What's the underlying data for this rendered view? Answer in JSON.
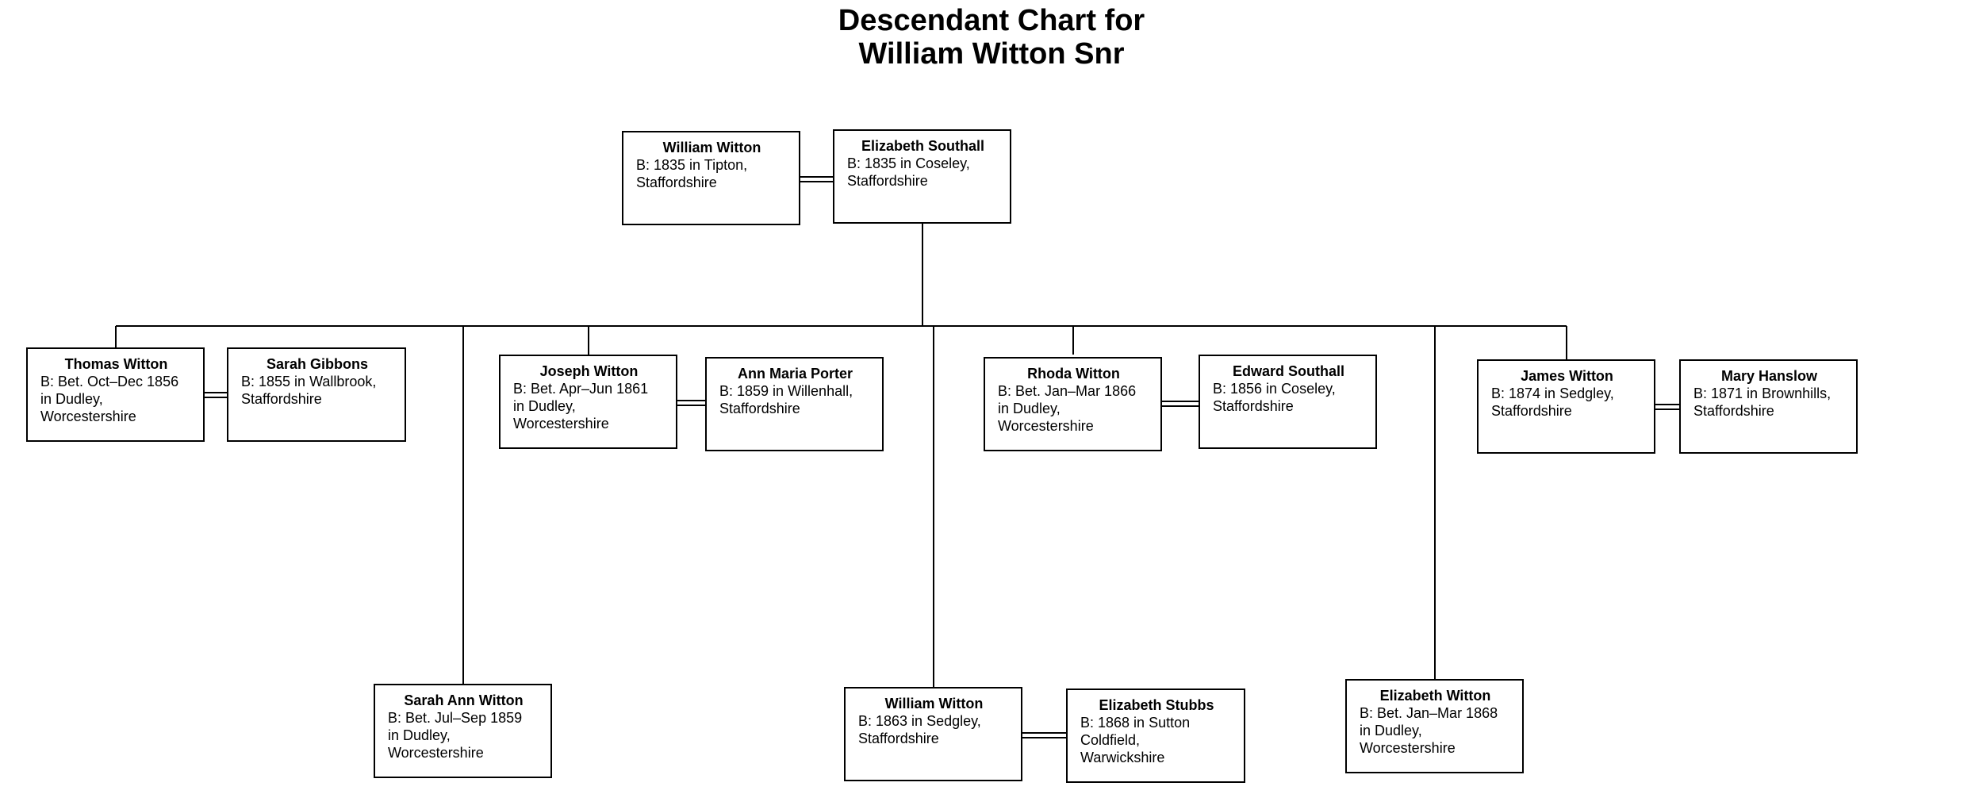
{
  "title": {
    "line1": "Descendant Chart for",
    "line2": "William Witton Snr"
  },
  "people": {
    "william_witton_root": {
      "name": "William Witton",
      "birth": "B: 1835 in Tipton,\nStaffordshire"
    },
    "elizabeth_southall": {
      "name": "Elizabeth Southall",
      "birth": "B: 1835 in Coseley,\nStaffordshire"
    },
    "thomas_witton": {
      "name": "Thomas Witton",
      "birth": "B: Bet. Oct–Dec 1856\nin Dudley,\nWorcestershire"
    },
    "sarah_gibbons": {
      "name": "Sarah Gibbons",
      "birth": "B: 1855 in Wallbrook,\nStaffordshire"
    },
    "joseph_witton": {
      "name": "Joseph Witton",
      "birth": "B: Bet. Apr–Jun 1861\nin Dudley,\nWorcestershire"
    },
    "ann_maria_porter": {
      "name": "Ann Maria Porter",
      "birth": "B: 1859 in Willenhall,\nStaffordshire"
    },
    "rhoda_witton": {
      "name": "Rhoda Witton",
      "birth": "B: Bet. Jan–Mar 1866\nin Dudley,\nWorcestershire"
    },
    "edward_southall": {
      "name": "Edward Southall",
      "birth": "B: 1856 in Coseley,\nStaffordshire"
    },
    "james_witton": {
      "name": "James Witton",
      "birth": "B: 1874 in Sedgley,\nStaffordshire"
    },
    "mary_hanslow": {
      "name": "Mary Hanslow",
      "birth": "B: 1871 in Brownhills,\nStaffordshire"
    },
    "sarah_ann_witton": {
      "name": "Sarah Ann Witton",
      "birth": "B: Bet. Jul–Sep 1859\nin Dudley,\nWorcestershire"
    },
    "william_witton_son": {
      "name": "William Witton",
      "birth": "B: 1863 in Sedgley,\nStaffordshire"
    },
    "elizabeth_stubbs": {
      "name": "Elizabeth Stubbs",
      "birth": "B: 1868 in Sutton\nColdfield,\nWarwickshire"
    },
    "elizabeth_witton": {
      "name": "Elizabeth Witton",
      "birth": "B: Bet. Jan–Mar 1868\nin Dudley,\nWorcestershire"
    }
  }
}
